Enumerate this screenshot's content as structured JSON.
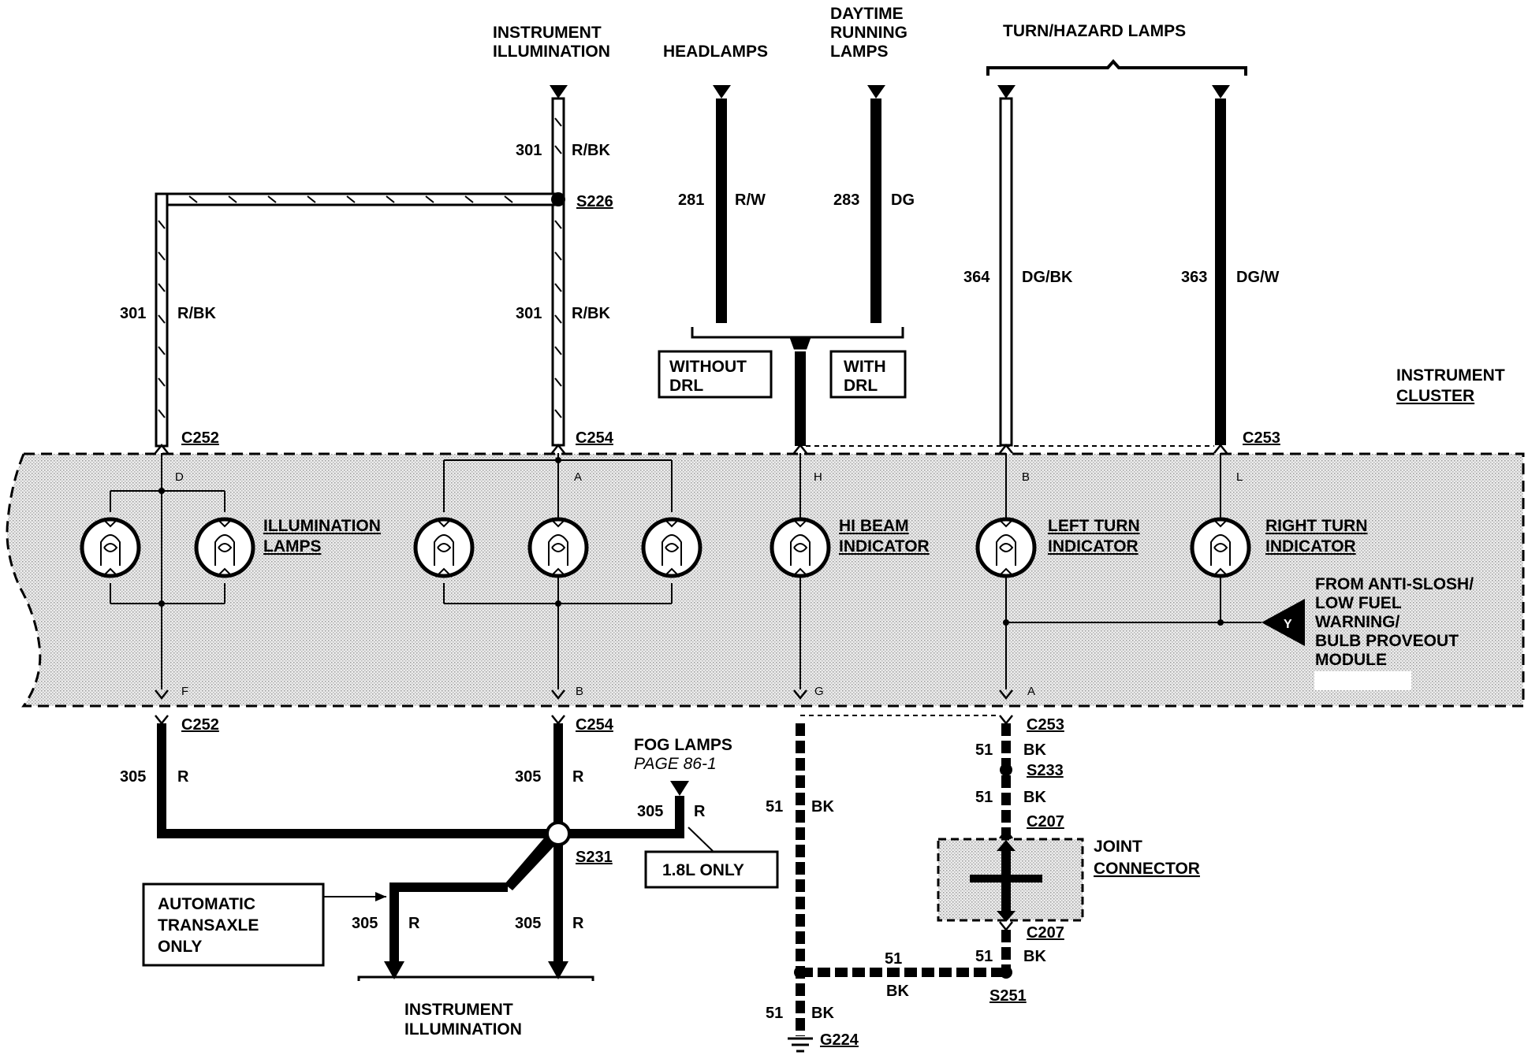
{
  "headers": {
    "instr_illum": [
      "INSTRUMENT",
      "ILLUMINATION"
    ],
    "headlamps": "HEADLAMPS",
    "drl": [
      "DAYTIME",
      "RUNNING",
      "LAMPS"
    ],
    "turn_hazard": "TURN/HAZARD LAMPS",
    "fog": [
      "FOG LAMPS",
      "PAGE 86-1"
    ],
    "bottom_illum": [
      "INSTRUMENT",
      "ILLUMINATION"
    ]
  },
  "wires": {
    "w301a": {
      "num": "301",
      "color": "R/BK"
    },
    "w301b": {
      "num": "301",
      "color": "R/BK"
    },
    "w301c": {
      "num": "301",
      "color": "R/BK"
    },
    "w281": {
      "num": "281",
      "color": "R/W"
    },
    "w283": {
      "num": "283",
      "color": "DG"
    },
    "w364": {
      "num": "364",
      "color": "DG/BK"
    },
    "w363": {
      "num": "363",
      "color": "DG/W"
    },
    "w305a": {
      "num": "305",
      "color": "R"
    },
    "w305b": {
      "num": "305",
      "color": "R"
    },
    "w305c": {
      "num": "305",
      "color": "R"
    },
    "w305d": {
      "num": "305",
      "color": "R"
    },
    "w305e": {
      "num": "305",
      "color": "R"
    },
    "w51a": {
      "num": "51",
      "color": "BK"
    },
    "w51b": {
      "num": "51",
      "color": "BK"
    },
    "w51c": {
      "num": "51",
      "color": "BK"
    },
    "w51d": {
      "num": "51",
      "color": "BK"
    },
    "w51e": {
      "num": "51",
      "color": "BK"
    },
    "w51f": {
      "num": "51",
      "color": "BK"
    }
  },
  "connectors": {
    "c252_top": "C252",
    "c254_top": "C254",
    "c253_top": "C253",
    "c252_bot": "C252",
    "c254_bot": "C254",
    "c253_bot": "C253",
    "c207_top": "C207",
    "c207_bot": "C207"
  },
  "splices": {
    "s226": "S226",
    "s231": "S231",
    "s233": "S233",
    "s251": "S251",
    "g224": "G224"
  },
  "pins": {
    "d": "D",
    "a": "A",
    "h": "H",
    "b": "B",
    "l": "L",
    "f": "F",
    "b2": "B",
    "g": "G",
    "a2": "A"
  },
  "boxes": {
    "without_drl": [
      "WITHOUT",
      "DRL"
    ],
    "with_drl": [
      "WITH",
      "DRL"
    ],
    "only18": "1.8L ONLY",
    "auto": [
      "AUTOMATIC",
      "TRANSAXLE",
      "ONLY"
    ]
  },
  "cluster": {
    "title": [
      "INSTRUMENT",
      "CLUSTER"
    ]
  },
  "lamps": {
    "illum": [
      "ILLUMINATION",
      "LAMPS"
    ],
    "hibeam": [
      "HI BEAM",
      "INDICATOR"
    ],
    "left": [
      "LEFT TURN",
      "INDICATOR"
    ],
    "right": [
      "RIGHT TURN",
      "INDICATOR"
    ]
  },
  "module": {
    "text": [
      "FROM ANTI-SLOSH/",
      "LOW FUEL",
      "WARNING/",
      "BULB PROVEOUT",
      "MODULE"
    ],
    "pin": "Y"
  },
  "joint": [
    "JOINT",
    "CONNECTOR"
  ]
}
